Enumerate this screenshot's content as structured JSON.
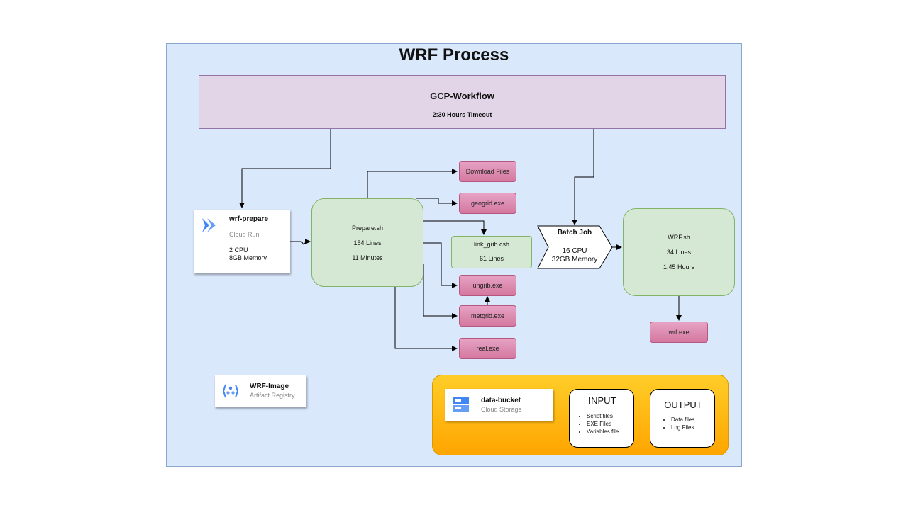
{
  "title": "WRF Process",
  "workflow": {
    "name": "GCP-Workflow",
    "timeout": "2:30 Hours Timeout"
  },
  "wrf_prepare": {
    "name": "wrf-prepare",
    "service": "Cloud Run",
    "cpu": "2 CPU",
    "memory": "8GB Memory"
  },
  "prepare_script": {
    "name": "Prepare.sh",
    "lines": "154 Lines",
    "duration": "11 Minutes"
  },
  "link_grib": {
    "name": "link_grib.csh",
    "lines": "61 Lines"
  },
  "steps": {
    "download": "Download Files",
    "geogrid": "geogrid.exe",
    "ungrib": "ungrib.exe",
    "metgrid": "metgrid.exe",
    "real": "real.exe",
    "wrf_exe": "wrf.exe"
  },
  "batch_job": {
    "name": "Batch Job",
    "cpu": "16 CPU",
    "memory": "32GB Memory"
  },
  "wrf_script": {
    "name": "WRF.sh",
    "lines": "34 Lines",
    "duration": "1:45 Hours"
  },
  "wrf_image": {
    "name": "WRF-Image",
    "service": "Artifact Registry"
  },
  "data_bucket": {
    "name": "data-bucket",
    "service": "Cloud Storage"
  },
  "input": {
    "title": "INPUT",
    "items": [
      "Script files",
      "EXE Files",
      "Variables file"
    ]
  },
  "output": {
    "title": "OUTPUT",
    "items": [
      "Data files",
      "Log Files"
    ]
  },
  "colors": {
    "frame": "#dae8fc",
    "workflow": "#e1d5e7",
    "process": "#d5e8d4",
    "exe": "#e6a3c4",
    "bucket": "#ffb81c"
  }
}
